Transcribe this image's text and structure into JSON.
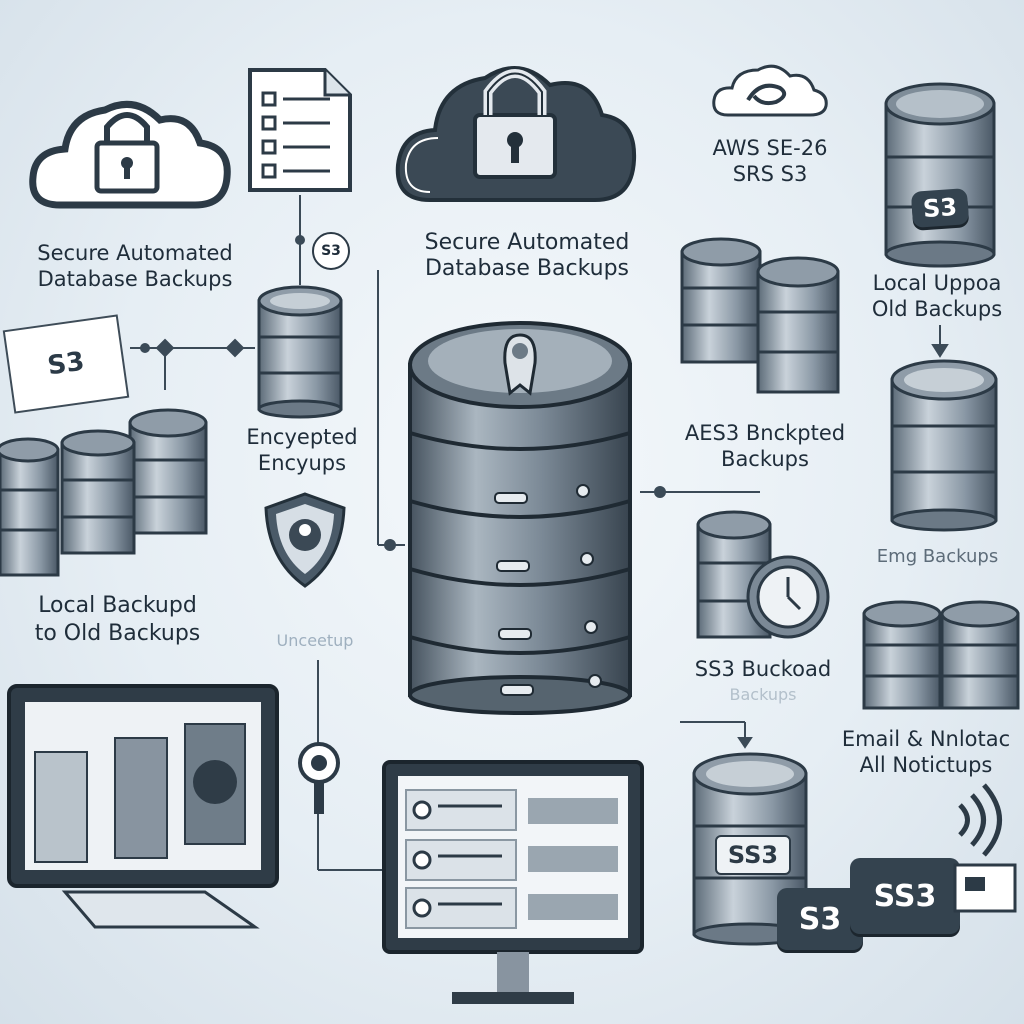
{
  "labels": {
    "left_title_line1": "Secure Automated",
    "left_title_line2": "Database Backups",
    "center_title_line1": "Secure Automated",
    "center_title_line2": "Database Backups",
    "aws_line1": "AWS SE-26",
    "aws_line2": "SRS S3",
    "local_upload_line1": "Local Uppoa",
    "local_upload_line2": "Old Backups",
    "encrypted_line1": "Encyepted",
    "encrypted_line2": "Encyups",
    "aes_line1": "AES3 Bnckpted",
    "aes_line2": "Backups",
    "local_backup_line1": "Local Backupd",
    "local_backup_line2": "to Old Backups",
    "faint_center": "Unceetup",
    "emg": "Emg Backups",
    "ss3_line1": "SS3 Buckoad",
    "ss3_line2": "Backups",
    "email_line1": "Email & Nnlotac",
    "email_line2": "All Notictups",
    "small_s3_tag": "S3"
  },
  "badges": {
    "top_right_db": "S3",
    "left_sign": "S3",
    "bottom_db": "SS3",
    "card_s3": "S3",
    "card_ss3": "SS3"
  },
  "colors": {
    "background": "#e6eef4",
    "dark": "#34434f",
    "disk_light": "#c9d2da",
    "disk_mid": "#7d8c99",
    "accent_shield": "#4a5a68"
  }
}
